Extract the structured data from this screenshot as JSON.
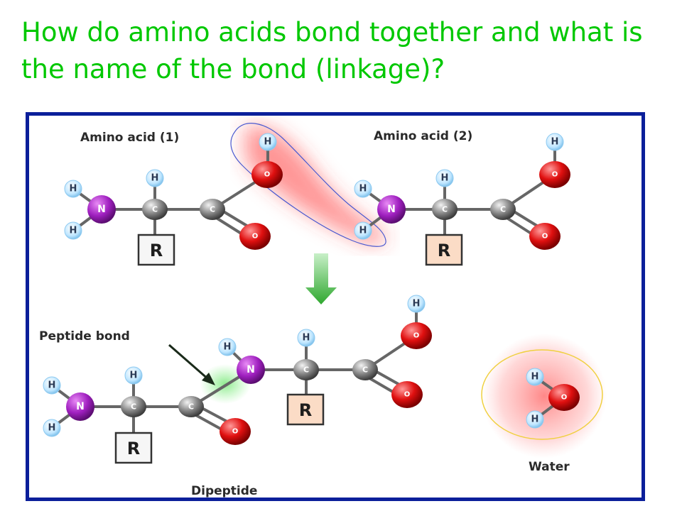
{
  "slide": {
    "title": "How do amino acids bond together and what is the name of the bond (linkage)?"
  },
  "diagram": {
    "labels": {
      "amino_acid_1": "Amino acid (1)",
      "amino_acid_2": "Amino acid (2)",
      "peptide_bond": "Peptide bond",
      "dipeptide": "Dipeptide",
      "water": "Water"
    },
    "atom_symbols": {
      "nitrogen": "N",
      "carbon": "C",
      "oxygen": "O",
      "hydrogen": "H",
      "r_group": "R"
    },
    "colors": {
      "title": "#00c800",
      "panel_border": "#0b1f9a",
      "nitrogen": "#a020c0",
      "oxygen": "#e01010",
      "carbon": "#8a8a8a",
      "hydrogen": "#bfe6ff",
      "arrow": "#3cb43c",
      "water_highlight": "#ff8080"
    }
  }
}
